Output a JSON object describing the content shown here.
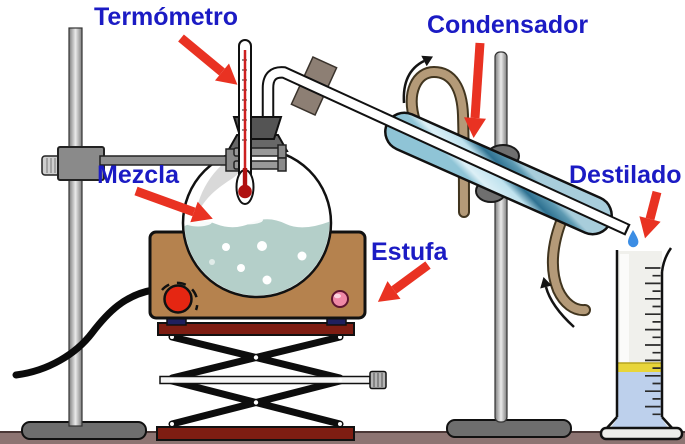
{
  "diagram": {
    "type": "distillation-apparatus",
    "labels": {
      "thermometer": "Termómetro",
      "condenser": "Condensador",
      "mixture": "Mezcla",
      "stove": "Estufa",
      "distillate": "Destilado"
    },
    "colors": {
      "label_text": "#1b1bc4",
      "arrow_red": "#e93222",
      "stove_body": "#b5824e",
      "stove_knob": "#e52612",
      "platform_red": "#7e1d12",
      "hose_tan": "#b49a78",
      "condenser_jacket": "#2e7191",
      "flask_liquid": "#b4cfc9",
      "cylinder_liquid": "#bdd0ec",
      "level_band_yellow": "#e8d53a",
      "distillate_drop": "#3b8de4",
      "floor_mauve": "#8d7472"
    }
  }
}
